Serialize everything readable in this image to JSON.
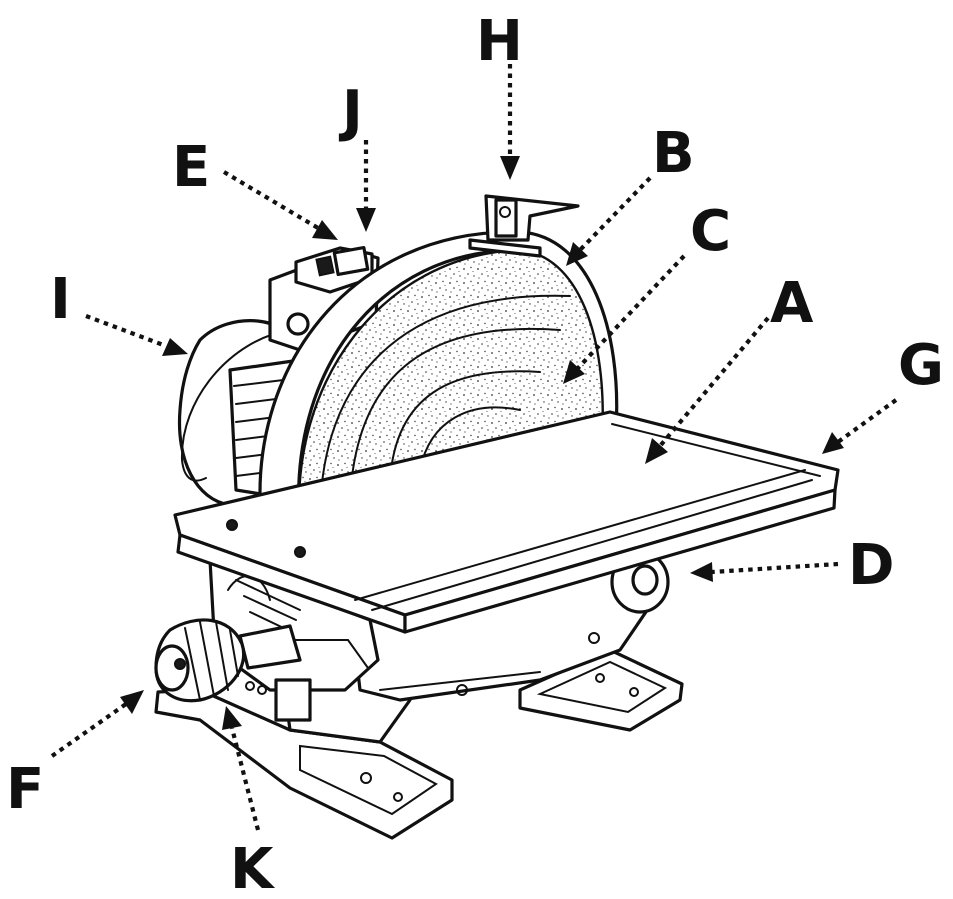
{
  "diagram": {
    "labels": [
      {
        "id": "A",
        "text": "A"
      },
      {
        "id": "B",
        "text": "B"
      },
      {
        "id": "C",
        "text": "C"
      },
      {
        "id": "D",
        "text": "D"
      },
      {
        "id": "E",
        "text": "E"
      },
      {
        "id": "F",
        "text": "F"
      },
      {
        "id": "G",
        "text": "G"
      },
      {
        "id": "H",
        "text": "H"
      },
      {
        "id": "I",
        "text": "I"
      },
      {
        "id": "J",
        "text": "J"
      },
      {
        "id": "K",
        "text": "K"
      }
    ],
    "colors": {
      "ink": "#111111",
      "background": "#ffffff"
    }
  }
}
